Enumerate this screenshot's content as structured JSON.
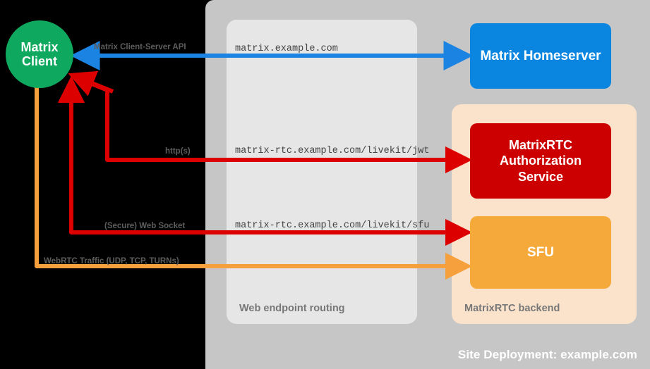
{
  "diagram": {
    "site_panel": {
      "label": "Site Deployment: example.com"
    },
    "routing_panel": {
      "label": "Web endpoint routing"
    },
    "backend_panel": {
      "label": "MatrixRTC backend"
    }
  },
  "nodes": {
    "client": {
      "line1": "Matrix",
      "line2": "Client",
      "color": "#0ea85e"
    },
    "homeserver": {
      "label": "Matrix Homeserver",
      "color": "#0b86e0"
    },
    "auth_service": {
      "line1": "MatrixRTC",
      "line2": "Authorization",
      "line3": "Service",
      "color": "#cc0000"
    },
    "sfu": {
      "label": "SFU",
      "color": "#f6a93b"
    }
  },
  "endpoints": {
    "matrix": "matrix.example.com",
    "jwt": "matrix-rtc.example.com/livekit/jwt",
    "sfu": "matrix-rtc.example.com/livekit/sfu"
  },
  "connections": {
    "client_server_api": {
      "label": "Matrix Client-Server API",
      "color": "#1b83e2"
    },
    "https": {
      "label": "http(s)",
      "color": "#dd0000"
    },
    "websocket": {
      "label": "(Secure) Web Socket",
      "color": "#dd0000"
    },
    "webrtc": {
      "label": "WebRTC Traffic (UDP, TCP, TURNs)",
      "color": "#f5a03c"
    }
  }
}
